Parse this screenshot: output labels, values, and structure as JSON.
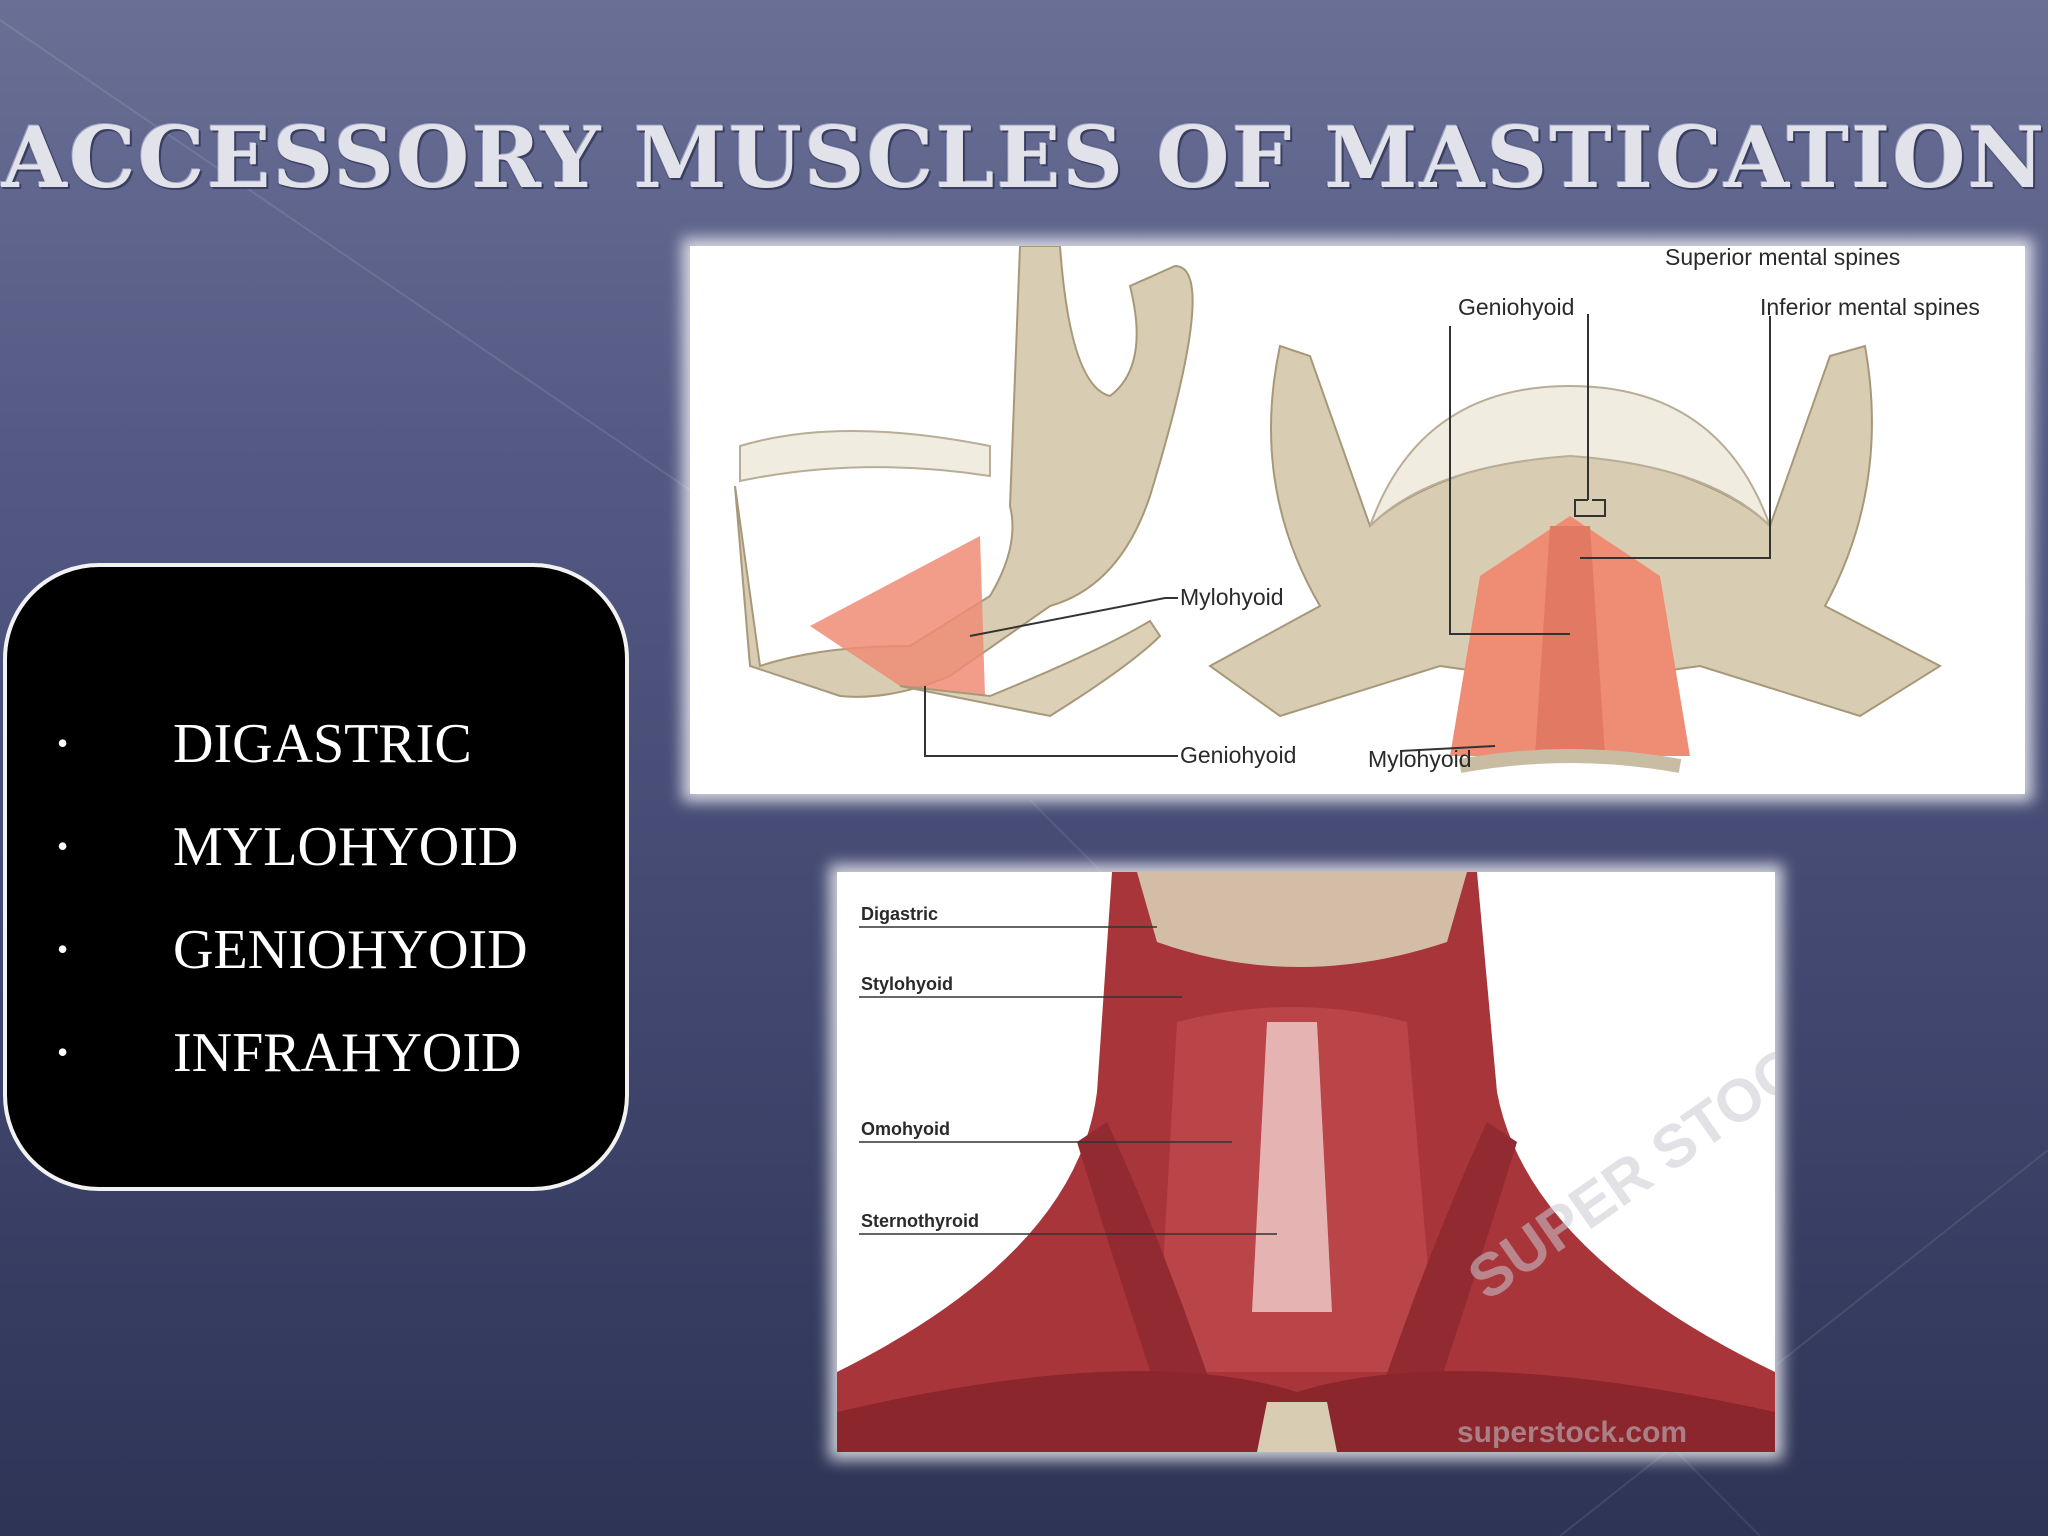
{
  "slide": {
    "title": "ACCESSORY MUSCLES OF MASTICATION",
    "bullet_symbol": "•",
    "bullets": [
      "DIGASTRIC",
      "MYLOHYOID",
      "GENIOHYOID",
      "INFRAHYOID"
    ]
  },
  "figure_top": {
    "lateral_labels": {
      "mylohyoid": "Mylohyoid",
      "geniohyoid": "Geniohyoid"
    },
    "posterior_labels": {
      "superior_spines": "Superior mental spines",
      "inferior_spines": "Inferior mental spines",
      "geniohyoid": "Geniohyoid",
      "mylohyoid": "Mylohyoid"
    }
  },
  "figure_bottom": {
    "labels": {
      "digastric": "Digastric",
      "stylohyoid": "Stylohyoid",
      "omohyoid": "Omohyoid",
      "sternothyroid": "Sternothyroid"
    },
    "watermark_logo": "SUPER STOCK",
    "watermark_url": "superstock.com"
  },
  "colors": {
    "background_top": "#6a6f95",
    "background_bottom": "#2e3456",
    "bone": "#d8ccb2",
    "muscle_light": "#ee8c74",
    "muscle_dark": "#a8353a"
  }
}
